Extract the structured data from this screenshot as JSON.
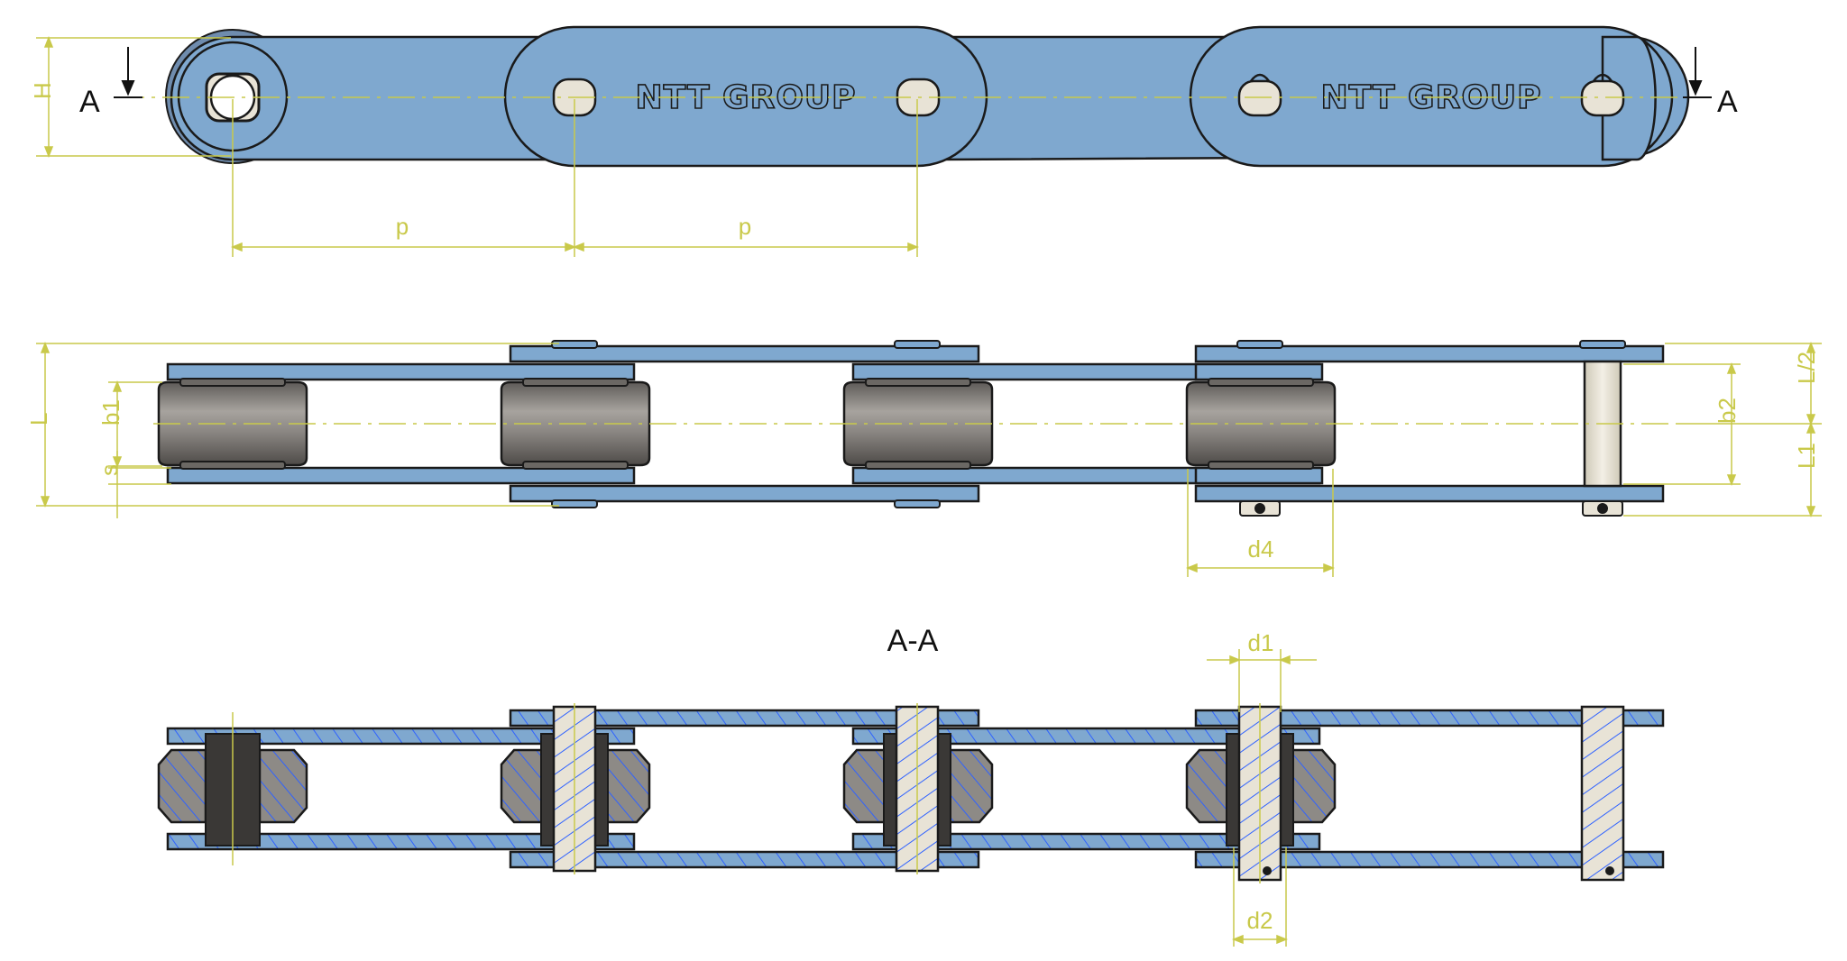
{
  "section_marker_left": "A",
  "section_marker_right": "A",
  "section_title": "A-A",
  "brand_plate_1": "NTT GROUP",
  "brand_plate_2": "NTT GROUP",
  "dimensions": {
    "H": "H",
    "p1": "p",
    "p2": "p",
    "L": "L",
    "b1": "b1",
    "s": "s",
    "b2": "b2",
    "L_half": "L/2",
    "L1": "L1",
    "d4": "d4",
    "d1": "d1",
    "d2": "d2"
  },
  "colors": {
    "plate_blue": "#7fa8cf",
    "dimension_yellow": "#c9c94a",
    "roller_grey": "#8d8a86",
    "pin_cream": "#e8e3d6",
    "hatch_blue": "#2f62ff",
    "outline": "#1a1a1a"
  }
}
